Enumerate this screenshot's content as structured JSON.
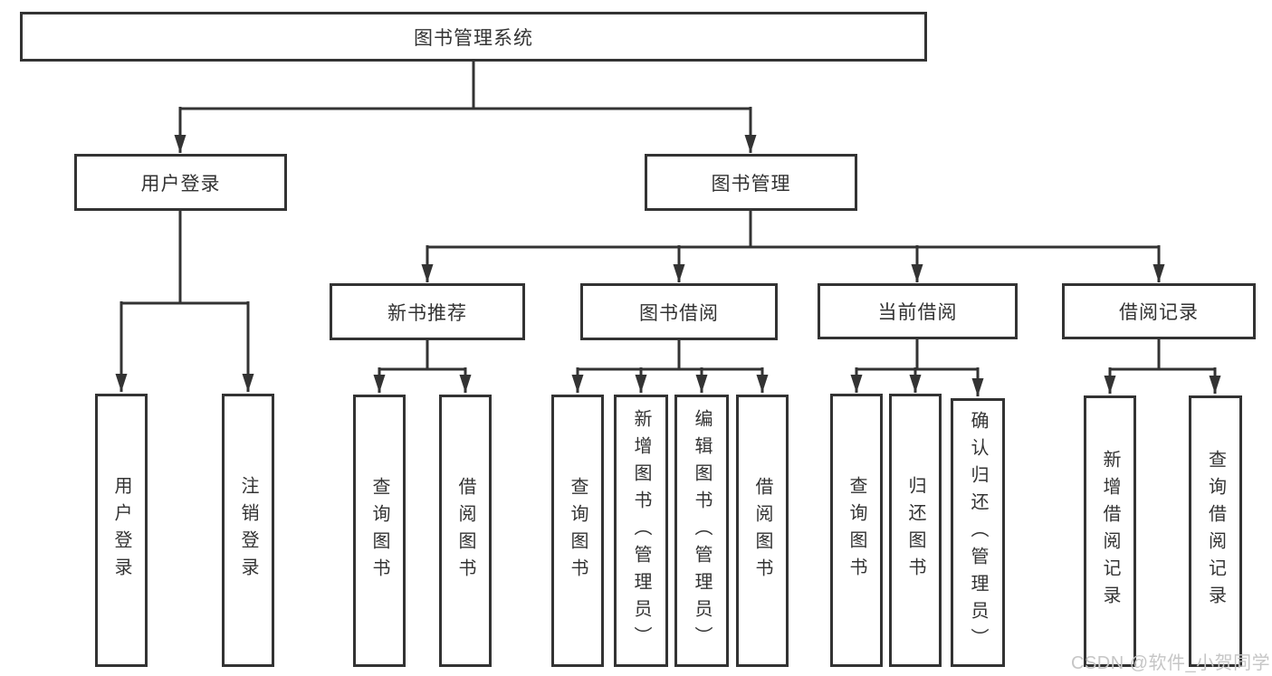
{
  "diagram": {
    "title": "图书管理系统",
    "watermark": "CSDN @软件_小贺同学",
    "colors": {
      "line": "#333333",
      "watermark": "#c6c6c6",
      "background": "#ffffff"
    },
    "nodes": {
      "root": "图书管理系统",
      "user_login": "用户登录",
      "book_mgmt": "图书管理",
      "new_book_rec": "新书推荐",
      "book_borrow": "图书借阅",
      "current_borrow": "当前借阅",
      "borrow_record": "借阅记录",
      "leaf_user_login": "用户登录",
      "leaf_logout": "注销登录",
      "leaf_nbr_query": "查询图书",
      "leaf_nbr_borrow": "借阅图书",
      "leaf_bb_query": "查询图书",
      "leaf_bb_add": "新增图书（管理员）",
      "leaf_bb_edit": "编辑图书（管理员）",
      "leaf_bb_borrow": "借阅图书",
      "leaf_cb_query": "查询图书",
      "leaf_cb_return": "归还图书",
      "leaf_cb_confirm": "确认归还（管理员）",
      "leaf_br_add": "新增借阅记录",
      "leaf_br_query": "查询借阅记录"
    }
  }
}
